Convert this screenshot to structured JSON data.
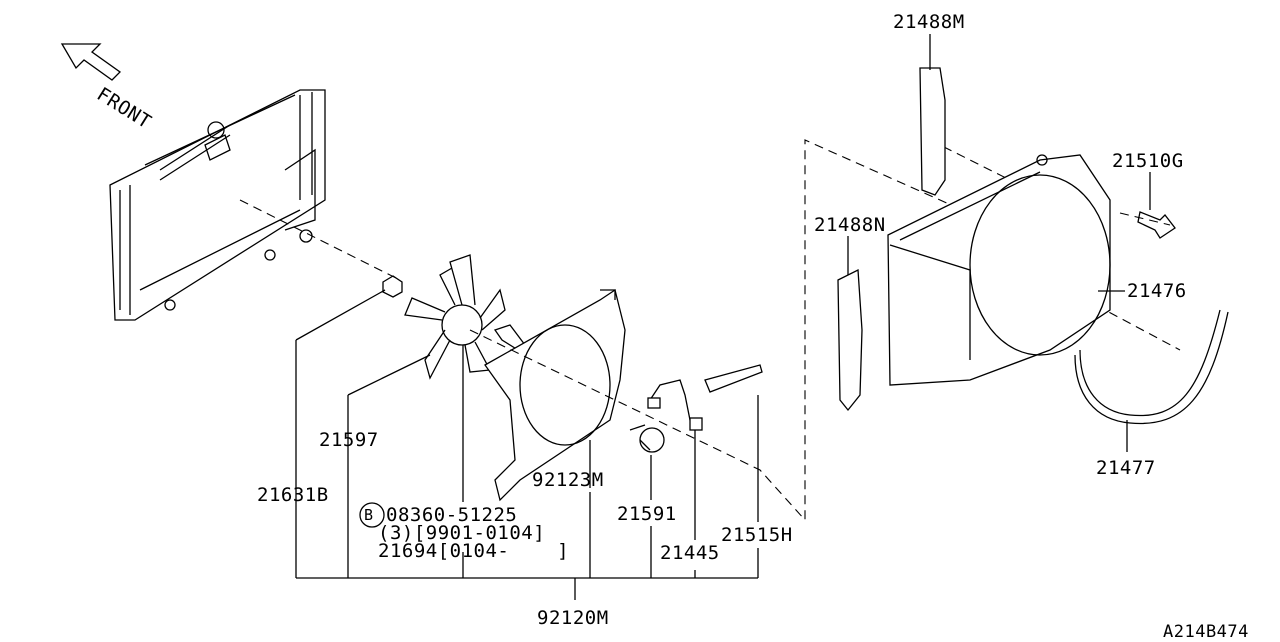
{
  "diagram": {
    "front_label": "FRONT",
    "diagram_code": "A214B474",
    "parts": {
      "p21488M": "21488M",
      "p21510G": "21510G",
      "p21488N": "21488N",
      "p21476": "21476",
      "p21477": "21477",
      "p21597": "21597",
      "p21631B": "21631B",
      "p92123M": "92123M",
      "p21591": "21591",
      "p21515H": "21515H",
      "p21445": "21445",
      "p92120M": "92120M",
      "bolt_badge": "B",
      "bolt_number": "08360-51225",
      "bolt_qty_range": "(3)[9901-0104]",
      "p21694": "21694[0104-    ]"
    }
  }
}
